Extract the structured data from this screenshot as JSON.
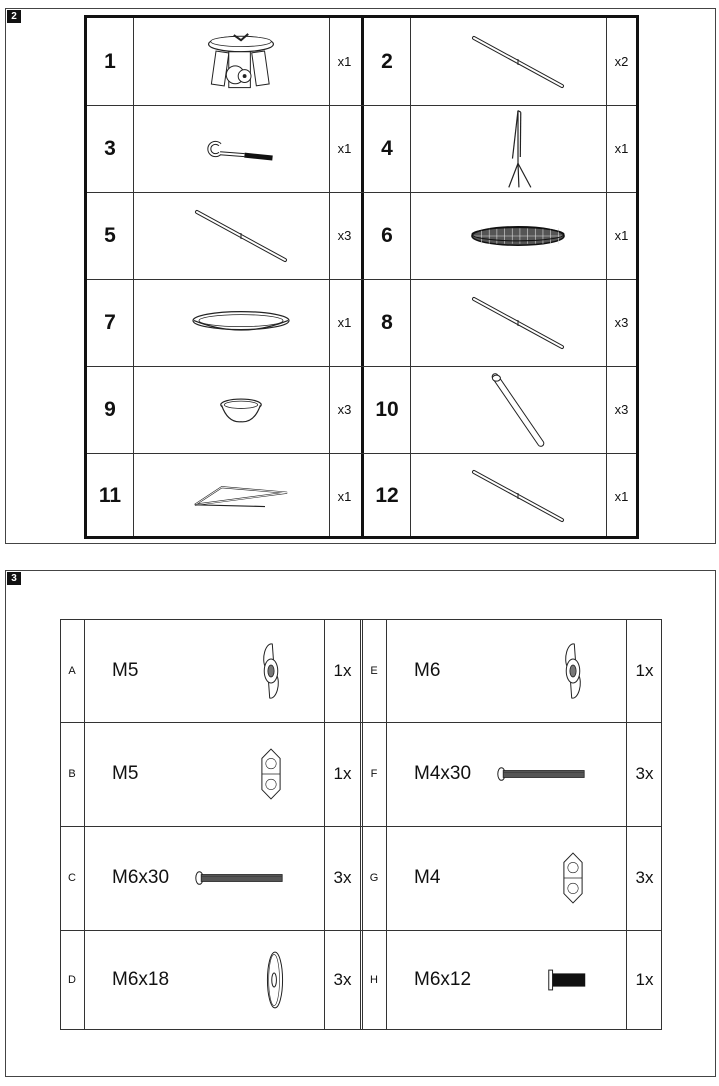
{
  "sections": {
    "parts": {
      "badge": "2"
    },
    "hardware": {
      "badge": "3"
    }
  },
  "parts": [
    {
      "number": "1",
      "quantity": "x1",
      "icon": "bowl-with-brackets-icon"
    },
    {
      "number": "2",
      "quantity": "x2",
      "icon": "rod-icon"
    },
    {
      "number": "3",
      "quantity": "x1",
      "icon": "hook-icon"
    },
    {
      "number": "4",
      "quantity": "x1",
      "icon": "tripod-icon"
    },
    {
      "number": "5",
      "quantity": "x3",
      "icon": "rod-icon"
    },
    {
      "number": "6",
      "quantity": "x1",
      "icon": "grill-grate-icon"
    },
    {
      "number": "7",
      "quantity": "x1",
      "icon": "shallow-tray-icon"
    },
    {
      "number": "8",
      "quantity": "x3",
      "icon": "rod-icon"
    },
    {
      "number": "9",
      "quantity": "x3",
      "icon": "small-cup-icon"
    },
    {
      "number": "10",
      "quantity": "x3",
      "icon": "tube-leg-icon"
    },
    {
      "number": "11",
      "quantity": "x1",
      "icon": "triangle-brace-icon"
    },
    {
      "number": "12",
      "quantity": "x1",
      "icon": "rod-icon"
    }
  ],
  "hardware": [
    {
      "letter": "A",
      "size": "M5",
      "quantity": "1x",
      "icon": "wing-nut-icon"
    },
    {
      "letter": "E",
      "size": "M6",
      "quantity": "1x",
      "icon": "wing-nut-icon"
    },
    {
      "letter": "B",
      "size": "M5",
      "quantity": "1x",
      "icon": "hex-nut-icon"
    },
    {
      "letter": "F",
      "size": "M4x30",
      "quantity": "3x",
      "icon": "bolt-icon"
    },
    {
      "letter": "C",
      "size": "M6x30",
      "quantity": "3x",
      "icon": "bolt-icon"
    },
    {
      "letter": "G",
      "size": "M4",
      "quantity": "3x",
      "icon": "hex-nut-icon"
    },
    {
      "letter": "D",
      "size": "M6x18",
      "quantity": "3x",
      "icon": "washer-icon"
    },
    {
      "letter": "H",
      "size": "M6x12",
      "quantity": "1x",
      "icon": "short-bolt-icon"
    }
  ]
}
